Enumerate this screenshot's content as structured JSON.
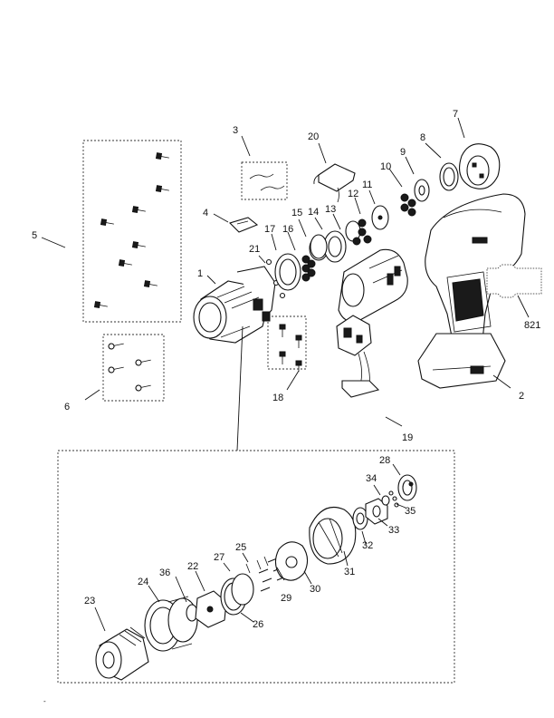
{
  "diagram": {
    "callouts": [
      "1",
      "2",
      "3",
      "4",
      "5",
      "6",
      "7",
      "8",
      "9",
      "10",
      "11",
      "12",
      "13",
      "14",
      "15",
      "16",
      "17",
      "18",
      "19",
      "20",
      "21",
      "22",
      "23",
      "24",
      "25",
      "26",
      "27",
      "28",
      "29",
      "30",
      "31",
      "32",
      "33",
      "34",
      "35",
      "36",
      "821"
    ],
    "footer_mark": "-"
  }
}
